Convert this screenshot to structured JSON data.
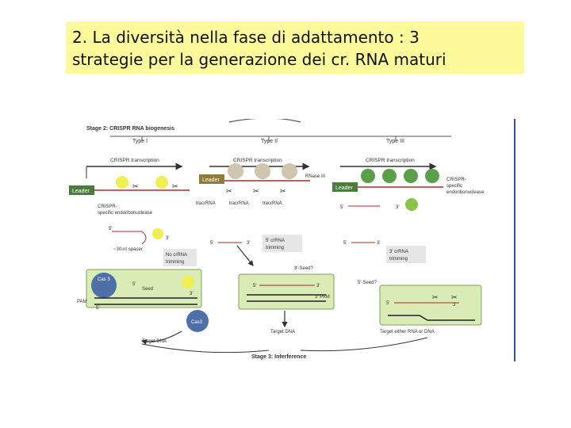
{
  "slide": {
    "title_line1": "2. La diversità nella fase di adattamento : 3",
    "title_line2": "strategie per la generazione dei cr. RNA maturi"
  },
  "figure": {
    "stage2": "Stage 2: CRISPR RNA biogenesis",
    "stage3": "Stage 3: Interference",
    "type1": "Type I",
    "type2": "Type II",
    "type3": "Type III",
    "crispr_transcription": "CRISPR transcription",
    "leader": "Leader",
    "rnase3": "RNase III",
    "tracrrna": "tracrRNA",
    "crispr_endo1": "CRISPR-",
    "crispr_endo2": "specific endoribonuclease",
    "crispr_endo3_1": "CRISPR-",
    "crispr_endo3_2": "specific",
    "crispr_endo3_3": "endoribonuclease",
    "five": "5'",
    "three": "3'",
    "spacer": "~30-nt spacer",
    "no_trim1": "No crRNA",
    "no_trim2": "trimming",
    "five_trim1": "5' crRNA",
    "five_trim2": "trimming",
    "three_trim1": "3' crRNA",
    "three_trim2": "trimming",
    "cas3": "Cas 3",
    "seed": "Seed",
    "pam": "PAM",
    "three_seed": "3'-Seed?",
    "five_seed": "5'-Seed?",
    "three_pam": "3' PAM",
    "target_dna": "Target DNA",
    "target_either": "Target either RNA or DNA",
    "cas3_small": "Cas3"
  },
  "colors": {
    "title_bg": "#fdfa9c",
    "panel_green": "#d9ecb5",
    "arrow_dark": "#333333",
    "repeat_green": "#5aa04a",
    "dna_red": "#b02a2a",
    "cas3_blue": "#4f6fa8"
  }
}
